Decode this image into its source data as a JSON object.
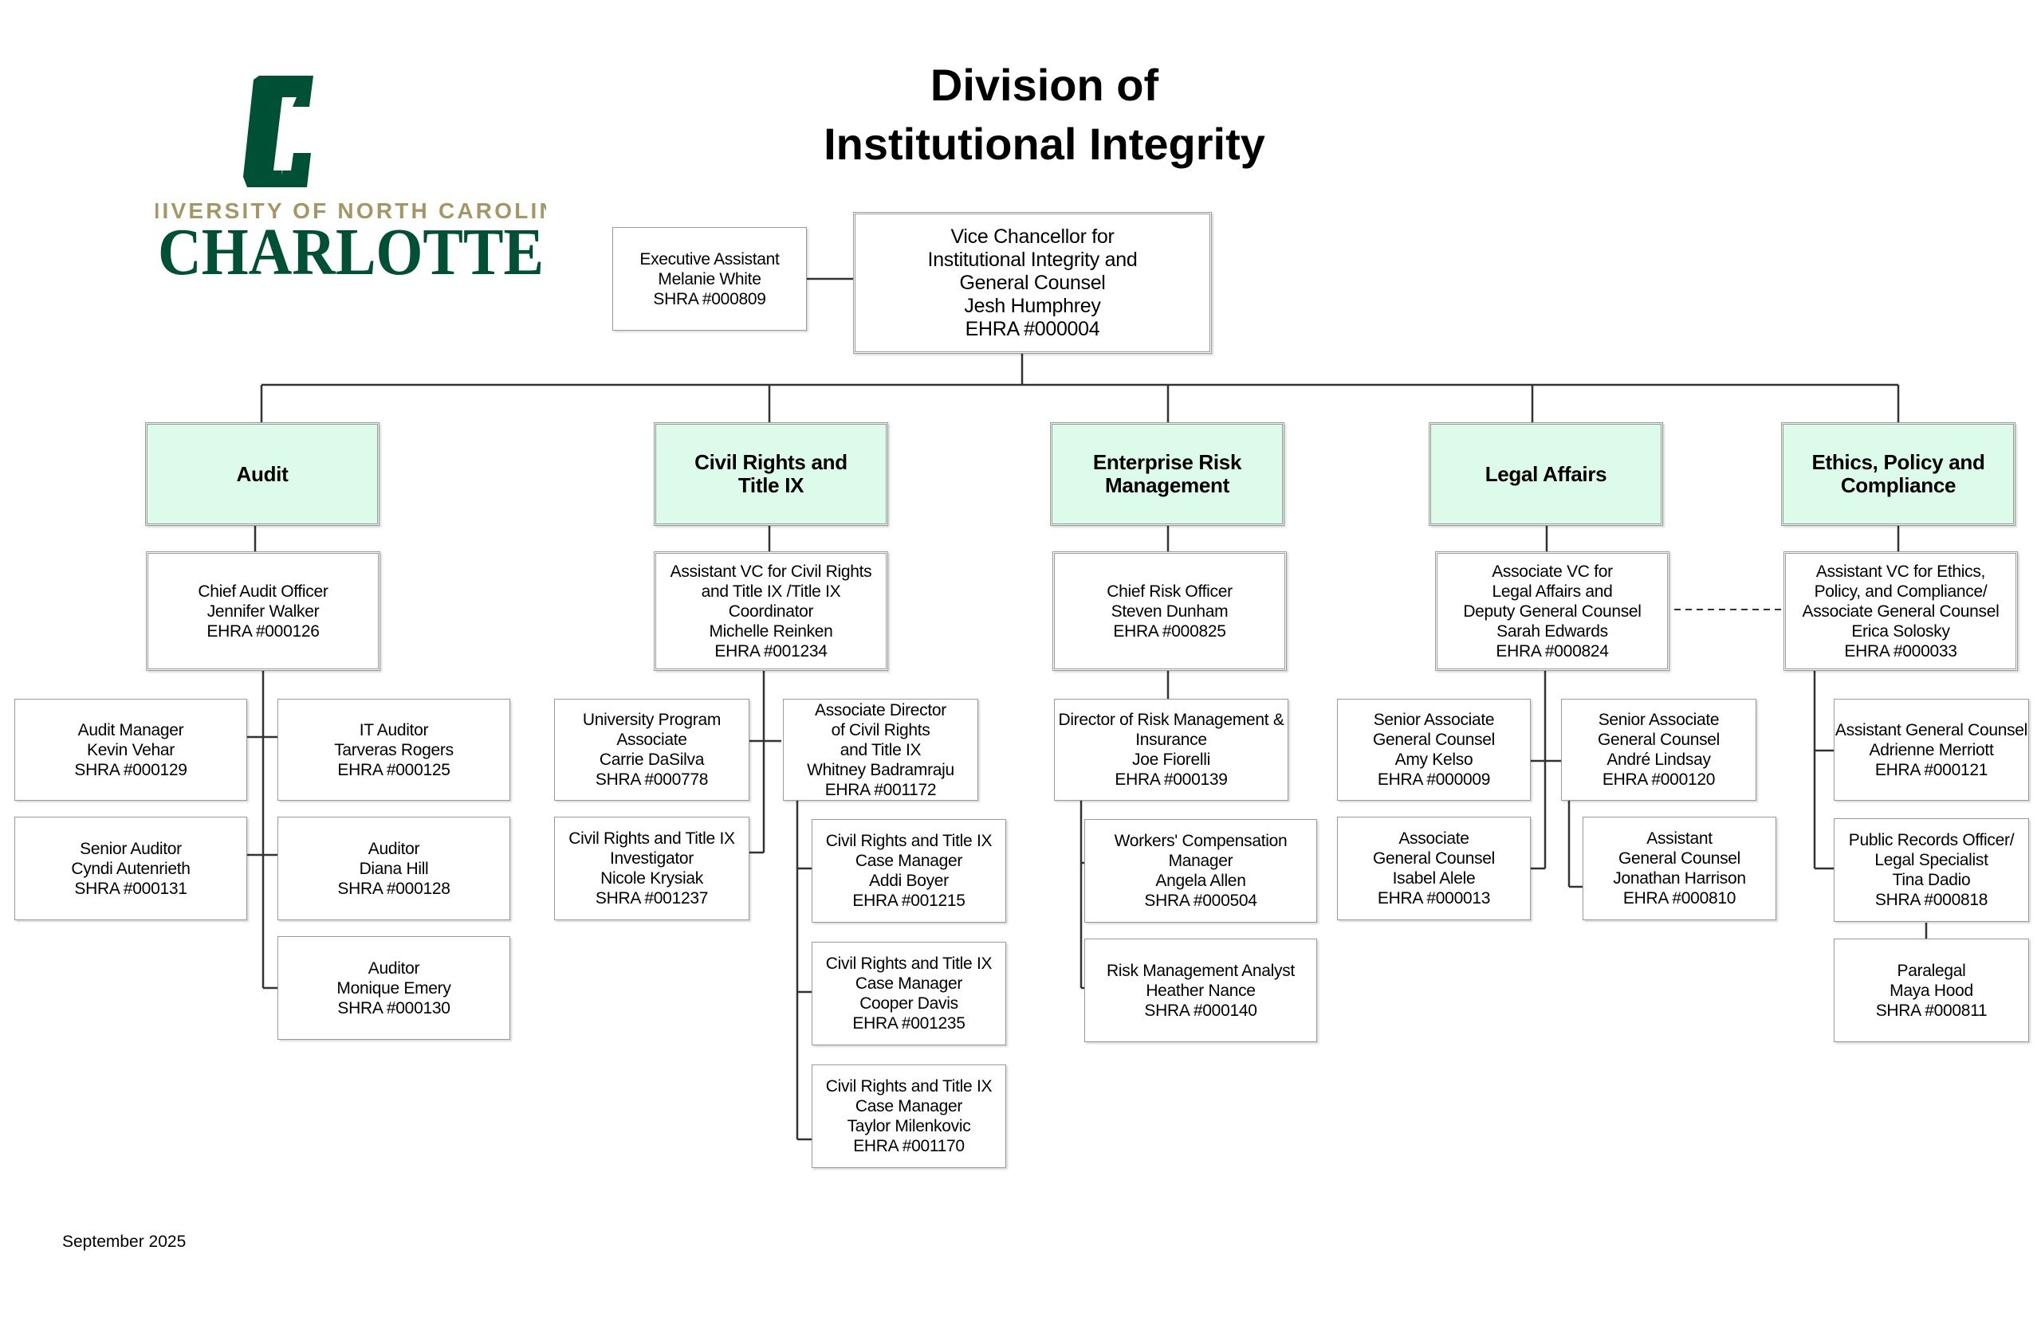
{
  "title": {
    "line1": "Division of",
    "line2": "Institutional Integrity"
  },
  "logo": {
    "line1": "UNIVERSITY OF NORTH CAROLINA",
    "line2": "CHARLOTTE"
  },
  "colors": {
    "brand_green": "#005035",
    "brand_gold": "#a49665",
    "dept_fill": "#dcfbea",
    "line": "#333333"
  },
  "footer": "September  2025",
  "head": {
    "lines": [
      "Vice Chancellor for",
      "Institutional Integrity and",
      "General Counsel",
      "Jesh Humphrey",
      "EHRA #000004"
    ]
  },
  "assistant": {
    "lines": [
      "Executive Assistant",
      "Melanie White",
      "SHRA #000809"
    ]
  },
  "departments": [
    {
      "lines": [
        "Audit"
      ]
    },
    {
      "lines": [
        "Civil Rights and",
        "Title IX"
      ]
    },
    {
      "lines": [
        "Enterprise Risk",
        "Management"
      ]
    },
    {
      "lines": [
        "Legal Affairs"
      ]
    },
    {
      "lines": [
        "Ethics, Policy and",
        "Compliance"
      ]
    }
  ],
  "managers": [
    {
      "lines": [
        "Chief Audit Officer",
        "Jennifer Walker",
        "EHRA #000126"
      ]
    },
    {
      "lines": [
        "Assistant VC for Civil Rights",
        "and Title IX /Title IX",
        "Coordinator",
        "Michelle Reinken",
        "EHRA #001234"
      ]
    },
    {
      "lines": [
        "Chief Risk Officer",
        "Steven Dunham",
        "EHRA #000825"
      ]
    },
    {
      "lines": [
        "Associate VC for",
        "Legal Affairs and",
        "Deputy General Counsel",
        "Sarah Edwards",
        "EHRA #000824"
      ]
    },
    {
      "lines": [
        "Assistant VC for Ethics,",
        "Policy, and Compliance/",
        "Associate General Counsel",
        "Erica Solosky",
        "EHRA #000033"
      ]
    }
  ],
  "staff": {
    "audit_manager": {
      "lines": [
        "Audit Manager",
        "Kevin Vehar",
        "SHRA #000129"
      ]
    },
    "senior_auditor": {
      "lines": [
        "Senior Auditor",
        "Cyndi Autenrieth",
        "SHRA #000131"
      ]
    },
    "it_auditor": {
      "lines": [
        "IT Auditor",
        "Tarveras Rogers",
        "EHRA #000125"
      ]
    },
    "auditor_hill": {
      "lines": [
        "Auditor",
        "Diana Hill",
        "SHRA #000128"
      ]
    },
    "auditor_emery": {
      "lines": [
        "Auditor",
        "Monique Emery",
        "SHRA #000130"
      ]
    },
    "program_associate": {
      "lines": [
        "University Program",
        "Associate",
        "Carrie DaSilva",
        "SHRA #000778"
      ]
    },
    "cr_investigator": {
      "lines": [
        "Civil Rights and Title IX",
        "Investigator",
        "Nicole Krysiak",
        "SHRA #001237"
      ]
    },
    "cr_assoc_director": {
      "lines": [
        "Associate Director",
        "of Civil Rights",
        "and Title IX",
        "Whitney Badramraju",
        "EHRA #001172"
      ]
    },
    "case_manager_boyer": {
      "lines": [
        "Civil Rights and Title IX",
        "Case Manager",
        "Addi Boyer",
        "EHRA #001215"
      ]
    },
    "case_manager_davis": {
      "lines": [
        "Civil Rights and Title IX",
        "Case Manager",
        "Cooper Davis",
        "EHRA #001235"
      ]
    },
    "case_manager_milenkovic": {
      "lines": [
        "Civil Rights and Title IX",
        "Case Manager",
        "Taylor Milenkovic",
        "EHRA #001170"
      ]
    },
    "risk_director": {
      "lines": [
        "Director of Risk Management &",
        "Insurance",
        "Joe Fiorelli",
        "EHRA #000139"
      ]
    },
    "workers_comp": {
      "lines": [
        "Workers' Compensation",
        "Manager",
        "Angela Allen",
        "SHRA #000504"
      ]
    },
    "risk_analyst": {
      "lines": [
        "Risk Management Analyst",
        "Heather Nance",
        "SHRA #000140"
      ]
    },
    "sagc_kelso": {
      "lines": [
        "Senior Associate",
        "General Counsel",
        "Amy Kelso",
        "EHRA #000009"
      ]
    },
    "agc_alele": {
      "lines": [
        "Associate",
        "General Counsel",
        "Isabel Alele",
        "EHRA #000013"
      ]
    },
    "sagc_lindsay": {
      "lines": [
        "Senior Associate",
        "General Counsel",
        "André Lindsay",
        "EHRA #000120"
      ]
    },
    "asst_gc_harrison": {
      "lines": [
        "Assistant",
        "General Counsel",
        "Jonathan Harrison",
        "EHRA #000810"
      ]
    },
    "asst_gc_merriott": {
      "lines": [
        "Assistant General Counsel",
        "Adrienne Merriott",
        "EHRA #000121"
      ]
    },
    "public_records": {
      "lines": [
        "Public Records Officer/",
        "Legal Specialist",
        "Tina Dadio",
        "SHRA #000818"
      ]
    },
    "paralegal": {
      "lines": [
        "Paralegal",
        "Maya Hood",
        "SHRA #000811"
      ]
    }
  }
}
